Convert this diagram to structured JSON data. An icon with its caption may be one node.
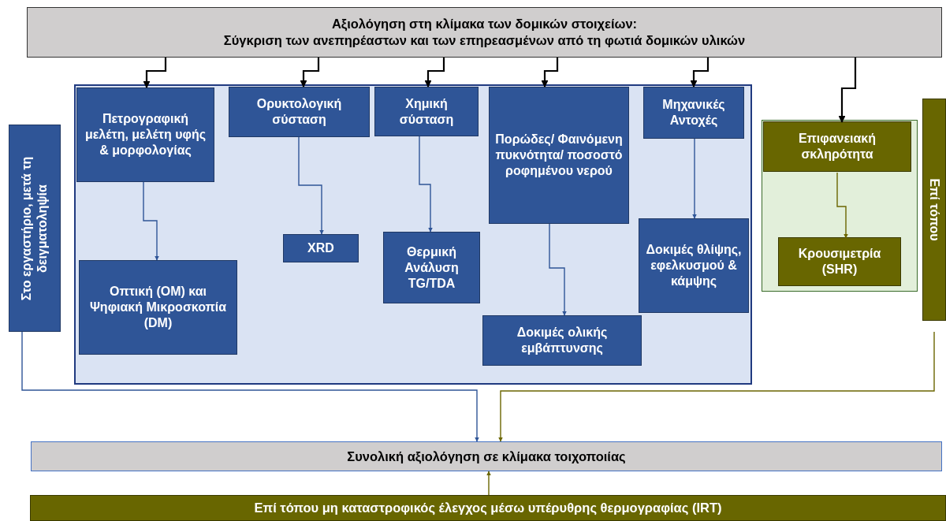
{
  "diagram": {
    "nodes": [
      {
        "text": [
          "Αξιολόγηση στη κλίμακα των δομικών στοιχείων:",
          "Σύγκριση των ανεπηρέαστων και των επηρεασμένων από τη φωτιά δομικών υλικών"
        ]
      },
      {
        "text": [],
        "shape": "box"
      },
      {
        "text": [
          "Πετρογραφική μελέτη, μελέτη υφής & μορφολογίας"
        ],
        "in": 1
      },
      {
        "text": [
          "Ορυκτολογική σύσταση"
        ],
        "in": 1
      },
      {
        "text": [
          "Χημική σύσταση"
        ],
        "in": 1
      },
      {
        "text": [
          "Πορώδες/ Φαινόμενη πυκνότητα/ ποσοστό ροφημένου νερού"
        ],
        "in": 1
      },
      {
        "text": [
          "Μηχανικές Αντοχές"
        ],
        "in": 1
      },
      {
        "text": [
          "Οπτική (OM) και Ψηφιακή Μικροσκοπία (DM)"
        ],
        "in": 1
      },
      {
        "text": [
          "XRD"
        ],
        "in": 1
      },
      {
        "text": [
          "Θερμική Ανάλυση TG/TDA"
        ],
        "in": 1
      },
      {
        "text": [
          "Δοκιμές ολικής εμβάπτυνσης"
        ],
        "in": 1
      },
      {
        "text": [
          "Δοκιμές θλίψης, εφελκυσμού & κάμψης"
        ],
        "in": 1
      },
      {
        "text": [
          "Στο εργαστήριο, μετά τη δειγματοληψία"
        ]
      },
      {
        "text": [],
        "shape": "box"
      },
      {
        "text": [
          "Επιφανειακή σκληρότητα"
        ],
        "in": 13
      },
      {
        "text": [
          "Κρουσιμετρία (SHR)"
        ],
        "in": 13
      },
      {
        "text": [
          "Επί τόπου"
        ]
      },
      {
        "text": [
          "Συνολική αξιολόγηση σε κλίμακα τοιχοποιίας"
        ]
      },
      {
        "text": [
          "Επί τόπου μη καταστροφικός έλεγχος μέσω υπέρυθρης θερμογραφίας (IRT)"
        ]
      }
    ],
    "edges": [
      {
        "from": 0,
        "to": 2,
        "arrow": "to",
        "color": "#000000"
      },
      {
        "from": 0,
        "to": 3,
        "arrow": "to",
        "color": "#000000"
      },
      {
        "from": 0,
        "to": 4,
        "arrow": "to",
        "color": "#000000"
      },
      {
        "from": 0,
        "to": 5,
        "arrow": "to",
        "color": "#000000"
      },
      {
        "from": 0,
        "to": 6,
        "arrow": "to",
        "color": "#000000"
      },
      {
        "from": 0,
        "to": 14,
        "arrow": "to",
        "color": "#000000"
      },
      {
        "from": 2,
        "to": 7,
        "arrow": "to",
        "color": "#2f5597"
      },
      {
        "from": 3,
        "to": 8,
        "arrow": "to",
        "color": "#2f5597"
      },
      {
        "from": 4,
        "to": 9,
        "arrow": "to",
        "color": "#2f5597"
      },
      {
        "from": 5,
        "to": 10,
        "arrow": "to",
        "color": "#2f5597"
      },
      {
        "from": 6,
        "to": 11,
        "arrow": "to",
        "color": "#2f5597"
      },
      {
        "from": 14,
        "to": 15,
        "arrow": "to",
        "color": "#6b6600"
      },
      {
        "from": 12,
        "to": 17,
        "arrow": "to",
        "color": "#2f5597"
      },
      {
        "from": 16,
        "to": 17,
        "arrow": "to",
        "color": "#6b6600"
      },
      {
        "from": 18,
        "to": 17,
        "arrow": "to",
        "color": "#6b6600"
      }
    ]
  }
}
